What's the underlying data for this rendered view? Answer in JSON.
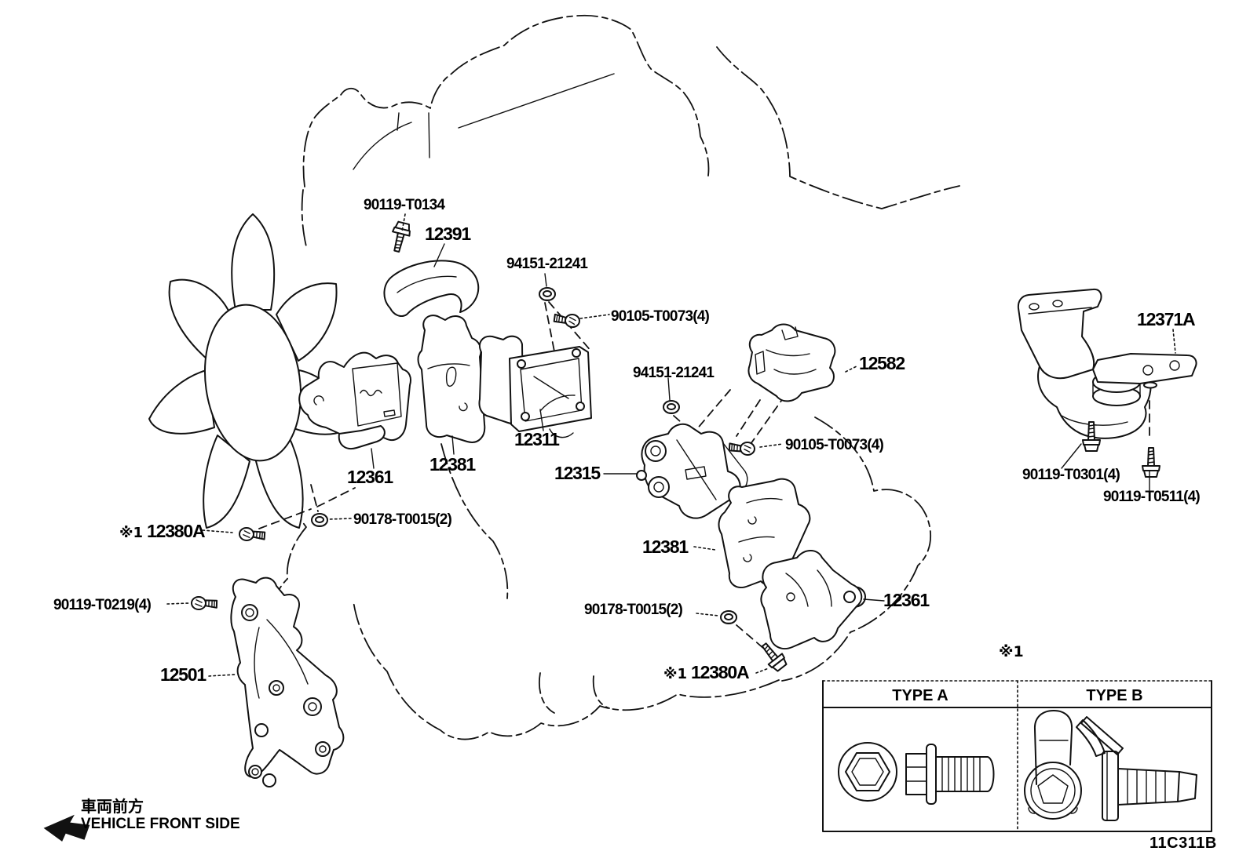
{
  "doc": {
    "drawing_code": "11C311B"
  },
  "note_mark": "※1",
  "front_direction": {
    "jp": "車両前方",
    "en": "VEHICLE FRONT SIDE"
  },
  "fastener_table": {
    "note": "※1",
    "type_a": "TYPE A",
    "type_b": "TYPE B"
  },
  "callouts": {
    "bolt_90119_t0134": "90119-T0134",
    "part_12391": "12391",
    "nut_94151_21241_upper": "94151-21241",
    "bolt_90105_t0073_upper": "90105-T0073(4)",
    "part_12582": "12582",
    "part_12371a": "12371A",
    "nut_94151_21241_lower": "94151-21241",
    "bolt_90105_t0073_lower": "90105-T0073(4)",
    "part_12311": "12311",
    "part_12361_front": "12361",
    "part_12381_front": "12381",
    "part_12315": "12315",
    "nut_90178_t0015_front": "90178-T0015(2)",
    "part_12380a_front": "12380A",
    "bolt_90119_t0219": "90119-T0219(4)",
    "part_12501": "12501",
    "part_12381_rear": "12381",
    "part_12361_rear": "12361",
    "nut_90178_t0015_rear": "90178-T0015(2)",
    "part_12380a_rear": "12380A",
    "bolt_90119_t0301": "90119-T0301(4)",
    "bolt_90119_t0511": "90119-T0511(4)"
  }
}
